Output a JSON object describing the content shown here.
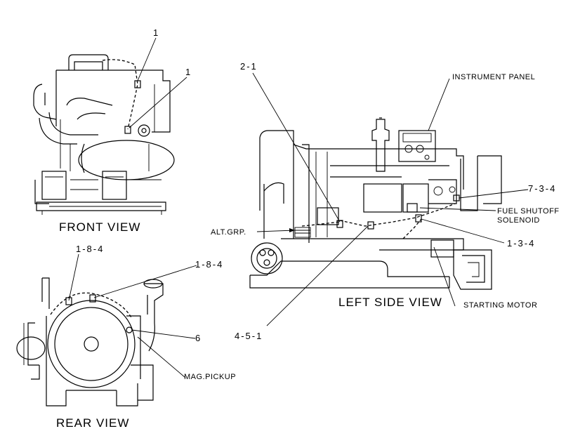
{
  "views": {
    "front": "FRONT VIEW",
    "rear": "REAR VIEW",
    "left_side": "LEFT SIDE VIEW"
  },
  "callouts": {
    "front_1a": "1",
    "front_1b": "1",
    "rear_184a": "1-8-4",
    "rear_184b": "1-8-4",
    "rear_6": "6",
    "mag_pickup": "MAG.PICKUP",
    "side_21": "2-1",
    "instrument_panel": "INSTRUMENT PANEL",
    "side_734": "7-3-4",
    "fuel_shutoff_line1": "FUEL SHUTOFF",
    "fuel_shutoff_line2": "SOLENOID",
    "alt_grp": "ALT.GRP.",
    "side_134": "1-3-4",
    "side_451": "4-5-1",
    "starting_motor": "STARTING MOTOR"
  },
  "colors": {
    "ink": "#000000",
    "paper": "#ffffff"
  }
}
